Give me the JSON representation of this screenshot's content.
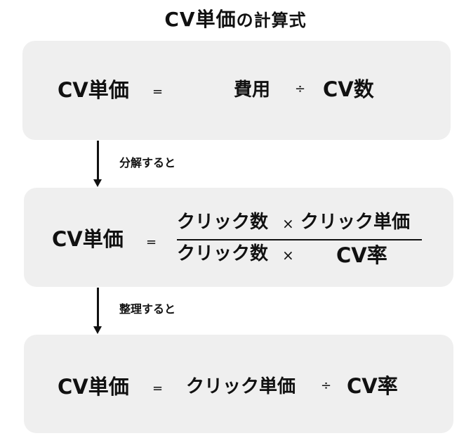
{
  "title": {
    "main": "CV単価",
    "suffix": "の計算式"
  },
  "formula1": {
    "lhs": "CV単価",
    "eq": "=",
    "term1": "費用",
    "op": "÷",
    "term2": "CV数"
  },
  "step1": {
    "label": "分解すると"
  },
  "formula2": {
    "lhs": "CV単価",
    "eq": "=",
    "num_a": "クリック数",
    "num_op": "×",
    "num_b": "クリック単価",
    "den_a": "クリック数",
    "den_op": "×",
    "den_b": "CV率"
  },
  "step2": {
    "label": "整理すると"
  },
  "formula3": {
    "lhs": "CV単価",
    "eq": "=",
    "term1": "クリック単価",
    "op": "÷",
    "term2": "CV率"
  }
}
